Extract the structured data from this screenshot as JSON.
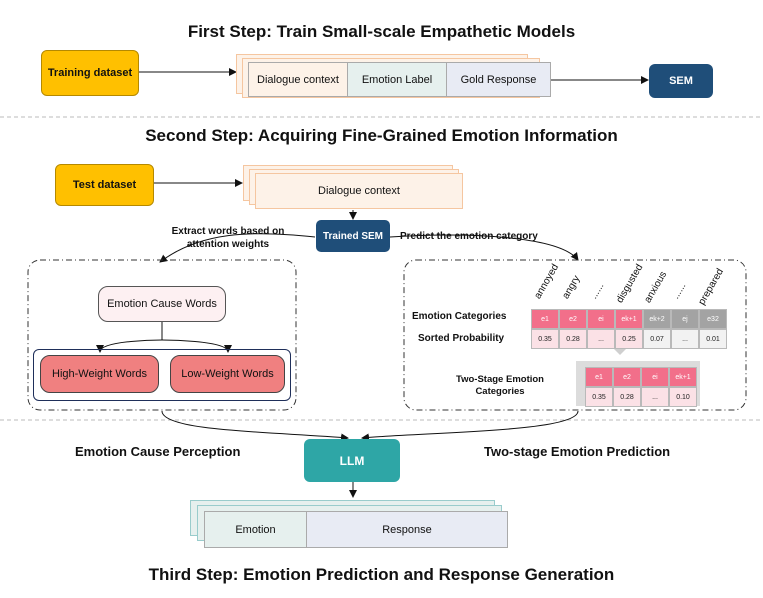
{
  "step1": {
    "title": "First Step: Train Small-scale Empathetic Models",
    "training_dataset": "Training dataset",
    "dialogue_context": "Dialogue context",
    "emotion_label": "Emotion Label",
    "gold_response": "Gold Response",
    "sem": "SEM"
  },
  "step2": {
    "title": "Second Step: Acquiring Fine-Grained Emotion Information",
    "test_dataset": "Test dataset",
    "dialogue_context": "Dialogue context",
    "trained_sem": "Trained SEM",
    "extract_words": "Extract words based on attention weights",
    "predict_category": "Predict the emotion category",
    "emotion_cause_words": "Emotion Cause Words",
    "high_weight_words": "High-Weight Words",
    "low_weight_words": "Low-Weight Words",
    "emotion_categories_label": "Emotion Categories",
    "sorted_probability_label": "Sorted Probability",
    "two_stage_label": "Two-Stage Emotion Categories",
    "rotated_labels": [
      "annoyed",
      "angry",
      "......",
      "disgusted",
      "anxious",
      "......",
      "prepared"
    ],
    "categories": [
      "e1",
      "e2",
      "ei",
      "ek+1",
      "ek+2",
      "ej",
      "e32"
    ],
    "probabilities": [
      "0.35",
      "0.28",
      "...",
      "0.25",
      "0.07",
      "...",
      "0.01"
    ],
    "two_stage_categories": [
      "e1",
      "e2",
      "ei",
      "ek+1"
    ],
    "two_stage_probabilities": [
      "0.35",
      "0.28",
      "...",
      "0.10"
    ]
  },
  "step3": {
    "title": "Third Step: Emotion Prediction and Response Generation",
    "emotion_cause_perception": "Emotion Cause Perception",
    "two_stage_prediction": "Two-stage Emotion Prediction",
    "llm": "LLM",
    "emotion": "Emotion",
    "response": "Response"
  },
  "colors": {
    "yellow": "#ffc000",
    "navy": "#1f4e79",
    "teal": "#2ea6a6",
    "pink": "#f26f8a",
    "salmon": "#f08080"
  }
}
